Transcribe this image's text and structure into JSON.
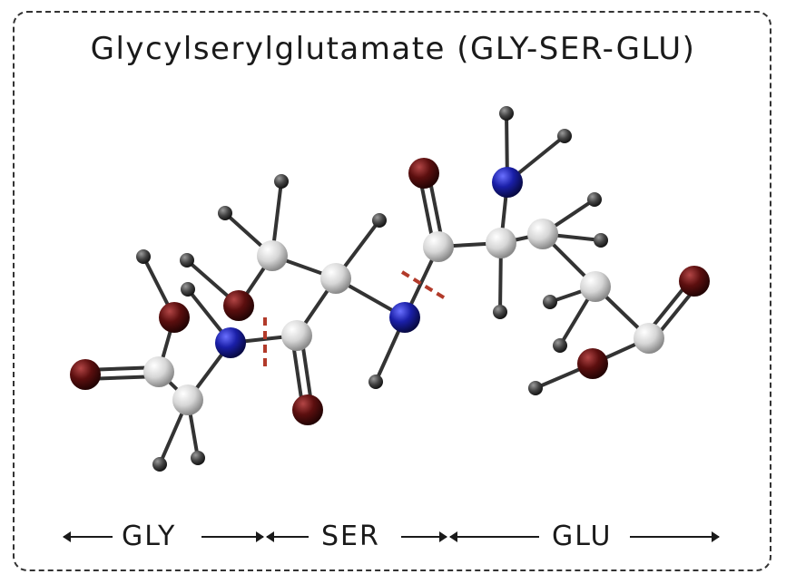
{
  "title": "Glycylserylglutamate (GLY-SER-GLU)",
  "segments": [
    {
      "label": "GLY"
    },
    {
      "label": "SER"
    },
    {
      "label": "GLU"
    }
  ],
  "colors": {
    "carbon": "#d4d4d4",
    "nitrogen": "#1a1fa8",
    "oxygen": "#5c0f0f",
    "hydrogen": "#444444",
    "bond": "#333333",
    "peptide_cut": "#b23a2a"
  }
}
